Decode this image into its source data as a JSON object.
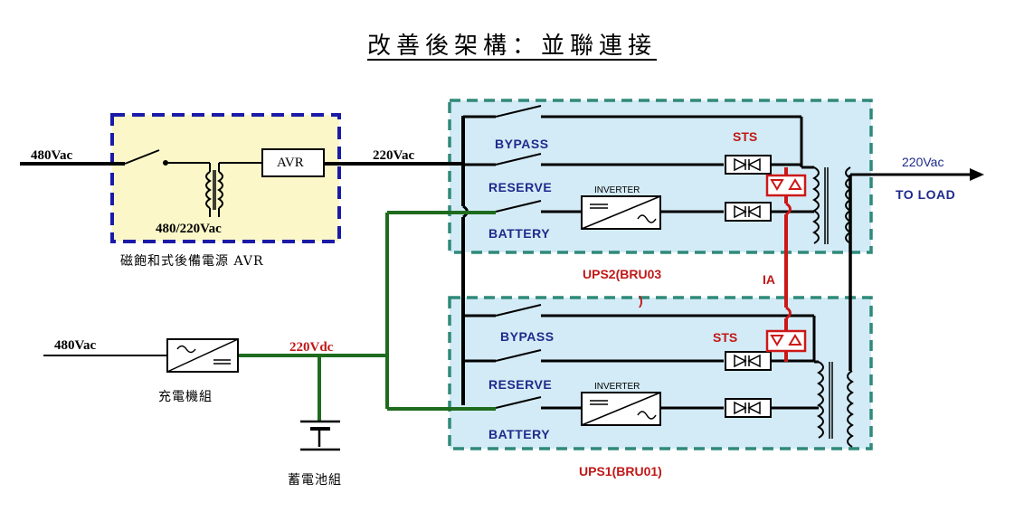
{
  "title": "改善後架構：並聯連接",
  "avr_section": {
    "input_label": "480Vac",
    "output_label": "220Vac",
    "avr_box_label": "AVR",
    "transformer_label": "480/220Vac",
    "caption": "磁飽和式後備電源 AVR"
  },
  "charger_section": {
    "input_label": "480Vac",
    "dc_label": "220Vdc",
    "charger_caption": "充電機組",
    "battery_caption": "蓄電池組"
  },
  "ups2": {
    "bypass_label": "BYPASS",
    "reserve_label": "RESERVE",
    "battery_label": "BATTERY",
    "inverter_label": "INVERTER",
    "sts_label": "STS",
    "caption_line1": "UPS2(BRU03",
    "caption_line2": ")"
  },
  "ups1": {
    "bypass_label": "BYPASS",
    "reserve_label": "RESERVE",
    "battery_label": "BATTERY",
    "inverter_label": "INVERTER",
    "sts_label": "STS",
    "caption": "UPS1(BRU01)"
  },
  "output": {
    "voltage_label": "220Vac",
    "load_label": "TO LOAD"
  },
  "ia_label": "IA",
  "colors": {
    "avr_box_border": "#1a1aa8",
    "avr_box_fill": "#fbf7c8",
    "ups_box_border": "#2f8a7a",
    "ups_box_fill": "#d3ebf6",
    "dc_bus": "#1e6b1e",
    "ia_path": "#cc1818",
    "label_blue": "#1f2a8c",
    "label_red": "#c01818"
  }
}
